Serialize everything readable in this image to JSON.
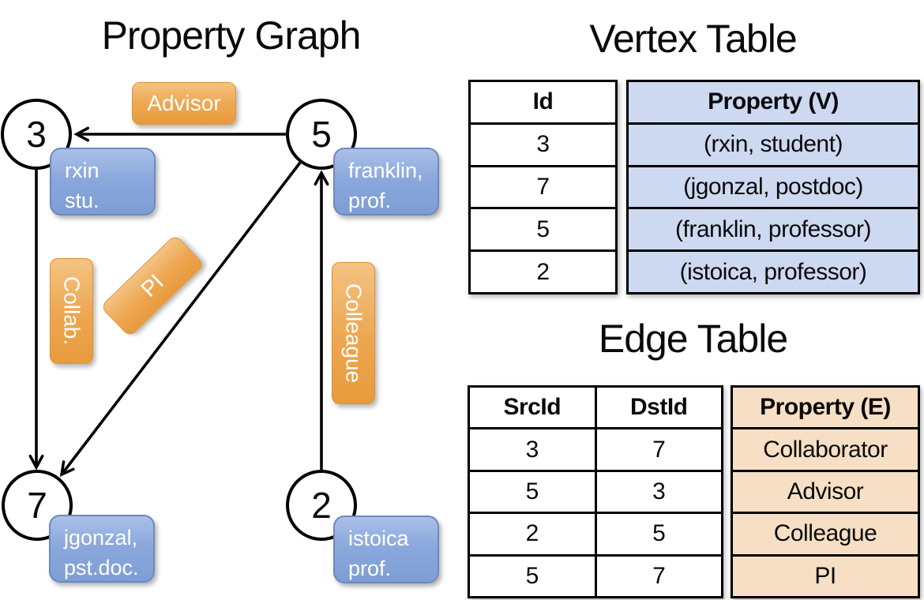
{
  "graph": {
    "title": "Property Graph",
    "nodes": [
      {
        "id": "3",
        "line1": "rxin",
        "line2": "stu."
      },
      {
        "id": "5",
        "line1": "franklin,",
        "line2": "prof."
      },
      {
        "id": "7",
        "line1": "jgonzal,",
        "line2": "pst.doc."
      },
      {
        "id": "2",
        "line1": "istoica",
        "line2": "prof."
      }
    ],
    "edge_labels": {
      "advisor": "Advisor",
      "collab": "Collab.",
      "pi": "PI",
      "colleague": "Colleague"
    }
  },
  "vertex_table": {
    "title": "Vertex Table",
    "headers": [
      "Id",
      "Property (V)"
    ],
    "rows": [
      {
        "id": "3",
        "property": "(rxin, student)"
      },
      {
        "id": "7",
        "property": "(jgonzal, postdoc)"
      },
      {
        "id": "5",
        "property": "(franklin, professor)"
      },
      {
        "id": "2",
        "property": "(istoica, professor)"
      }
    ]
  },
  "edge_table": {
    "title": "Edge Table",
    "headers": [
      "SrcId",
      "DstId",
      "Property (E)"
    ],
    "rows": [
      {
        "src": "3",
        "dst": "7",
        "property": "Collaborator"
      },
      {
        "src": "5",
        "dst": "3",
        "property": "Advisor"
      },
      {
        "src": "2",
        "dst": "5",
        "property": "Colleague"
      },
      {
        "src": "5",
        "dst": "7",
        "property": "PI"
      }
    ]
  },
  "colors": {
    "edge_label_orange": "#EDA64F",
    "vertex_card_blue": "#8AA8DC",
    "vertex_column_fill": "#CDD9F1",
    "edge_column_fill": "#F6DFC4",
    "line_black": "#000000"
  }
}
